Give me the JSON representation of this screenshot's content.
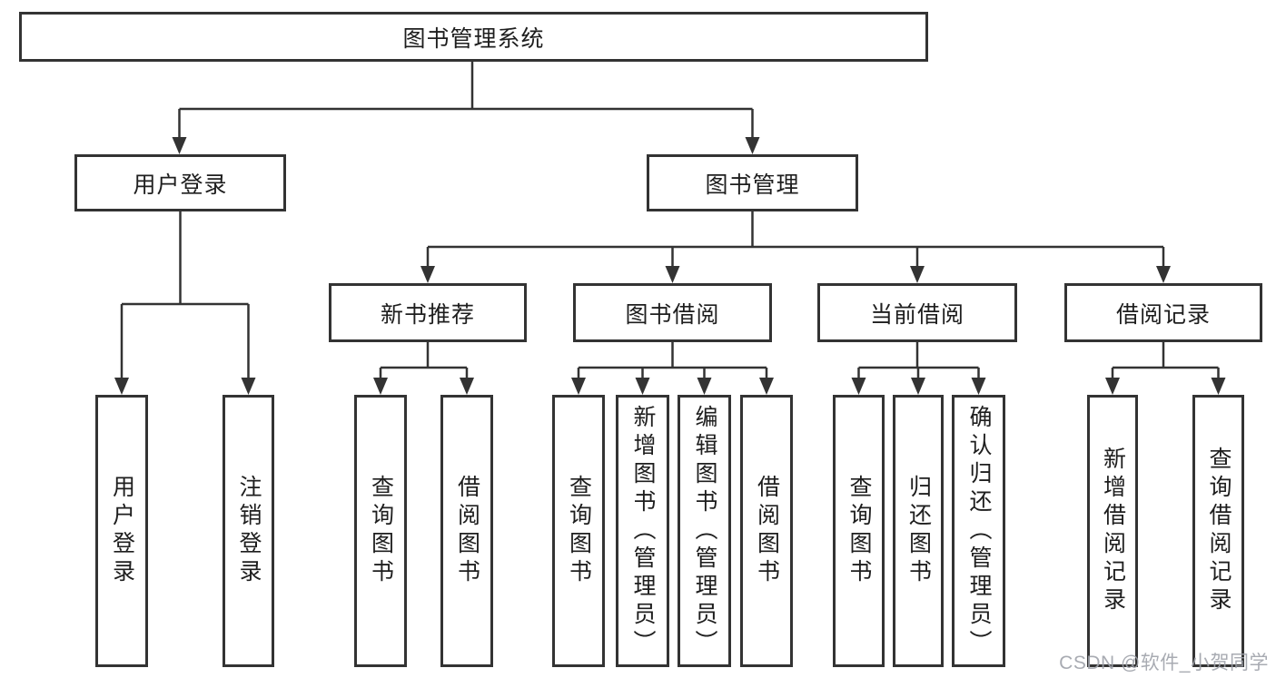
{
  "diagram_title": "图书管理系统",
  "nodes": {
    "root": "图书管理系统",
    "user_login": "用户登录",
    "book_mgmt": "图书管理",
    "new_book_rec": "新书推荐",
    "book_borrow": "图书借阅",
    "current_borrow": "当前借阅",
    "borrow_records": "借阅记录",
    "leaf_user_login": "用户登录",
    "leaf_logout": "注销登录",
    "rec_query_books": "查询图书",
    "rec_borrow_books": "借阅图书",
    "bor_query_books": "查询图书",
    "bor_add_books": "新增图书（管理员）",
    "bor_edit_books": "编辑图书（管理员）",
    "bor_borrow_books": "借阅图书",
    "cur_query_books": "查询图书",
    "cur_return_books": "归还图书",
    "cur_confirm_return": "确认归还（管理员）",
    "brec_add_record": "新增借阅记录",
    "brec_query_record": "查询借阅记录"
  },
  "edges": [
    {
      "from": "图书管理系统",
      "to": "用户登录"
    },
    {
      "from": "图书管理系统",
      "to": "图书管理"
    },
    {
      "from": "用户登录",
      "to": "用户登录"
    },
    {
      "from": "用户登录",
      "to": "注销登录"
    },
    {
      "from": "图书管理",
      "to": "新书推荐"
    },
    {
      "from": "图书管理",
      "to": "图书借阅"
    },
    {
      "from": "图书管理",
      "to": "当前借阅"
    },
    {
      "from": "图书管理",
      "to": "借阅记录"
    },
    {
      "from": "新书推荐",
      "to": "查询图书"
    },
    {
      "from": "新书推荐",
      "to": "借阅图书"
    },
    {
      "from": "图书借阅",
      "to": "查询图书"
    },
    {
      "from": "图书借阅",
      "to": "新增图书（管理员）"
    },
    {
      "from": "图书借阅",
      "to": "编辑图书（管理员）"
    },
    {
      "from": "图书借阅",
      "to": "借阅图书"
    },
    {
      "from": "当前借阅",
      "to": "查询图书"
    },
    {
      "from": "当前借阅",
      "to": "归还图书"
    },
    {
      "from": "当前借阅",
      "to": "确认归还（管理员）"
    },
    {
      "from": "借阅记录",
      "to": "新增借阅记录"
    },
    {
      "from": "借阅记录",
      "to": "查询借阅记录"
    }
  ],
  "watermark": "CSDN @软件_小贺同学",
  "colors": {
    "line": "#333333",
    "box_border": "#333333",
    "text": "#1e1e1e",
    "watermark": "#9ea2aa",
    "background": "#ffffff"
  }
}
